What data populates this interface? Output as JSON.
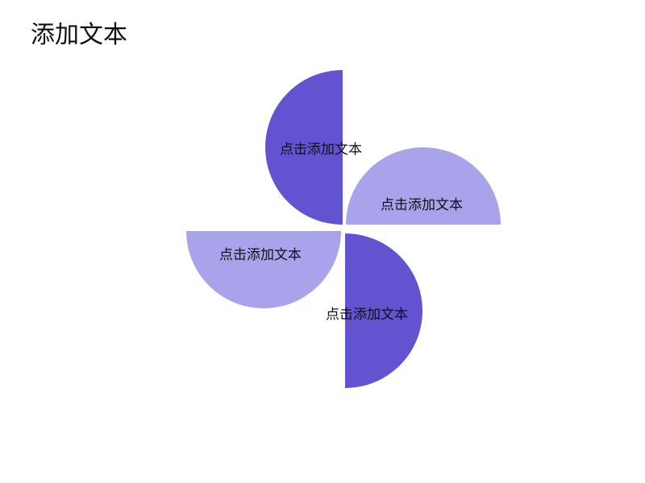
{
  "slide": {
    "title": "添加文本"
  },
  "colors": {
    "dark_petal": "#6253d0",
    "light_petal": "#a9a3ec",
    "text": "#111111",
    "background": "#ffffff"
  },
  "petals": [
    {
      "id": "top",
      "label": "点击添加文本",
      "shade": "dark"
    },
    {
      "id": "right",
      "label": "点击添加文本",
      "shade": "light"
    },
    {
      "id": "left",
      "label": "点击添加文本",
      "shade": "light"
    },
    {
      "id": "bottom",
      "label": "点击添加文本",
      "shade": "dark"
    }
  ]
}
